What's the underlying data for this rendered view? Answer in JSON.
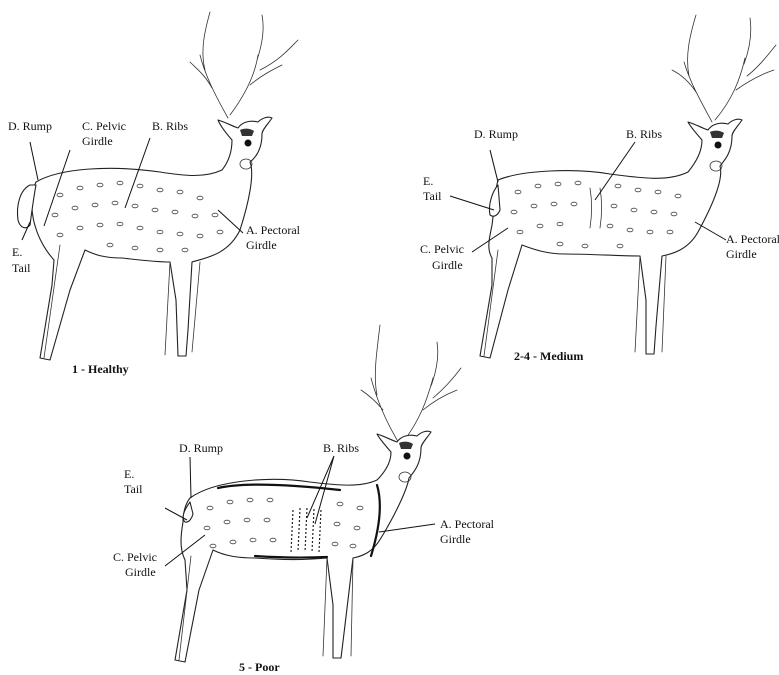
{
  "figure": {
    "panels": [
      {
        "caption": "1 - Healthy",
        "labels": {
          "rump": "D. Rump",
          "pelvic_line1": "C. Pelvic",
          "pelvic_line2": "Girdle",
          "ribs": "B. Ribs",
          "pectoral_line1": "A. Pectoral",
          "pectoral_line2": "Girdle",
          "tail_line1": "E.",
          "tail_line2": "Tail"
        }
      },
      {
        "caption": "2-4 - Medium",
        "labels": {
          "rump": "D. Rump",
          "ribs": "B. Ribs",
          "tail_line1": "E.",
          "tail_line2": "Tail",
          "pelvic_line1": "C. Pelvic",
          "pelvic_line2": "Girdle",
          "pectoral_line1": "A. Pectoral",
          "pectoral_line2": "Girdle"
        }
      },
      {
        "caption": "5 - Poor",
        "labels": {
          "rump": "D. Rump",
          "ribs": "B. Ribs",
          "tail_line1": "E.",
          "tail_line2": "Tail",
          "pelvic_line1": "C. Pelvic",
          "pelvic_line2": "Girdle",
          "pectoral_line1": "A. Pectoral",
          "pectoral_line2": "Girdle"
        }
      }
    ]
  }
}
